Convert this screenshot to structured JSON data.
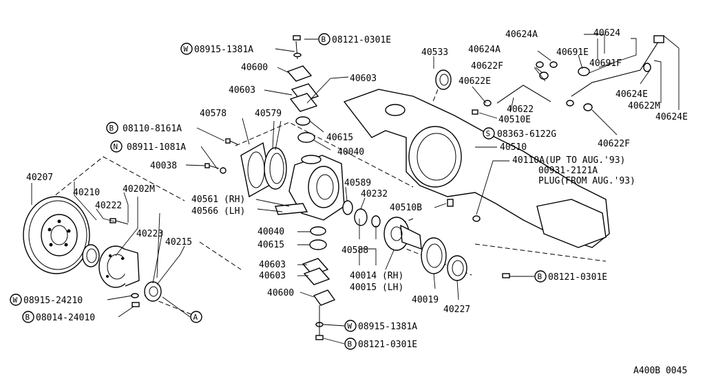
{
  "diagram_code": "A400B 0045",
  "labels": {
    "w_top": "08915-1381A",
    "b_top": "08121-0301E",
    "p40600_top": "40600",
    "p40603_top_l": "40603",
    "p40603_top_r": "40603",
    "p40578": "40578",
    "p40579": "40579",
    "b_8110": "08110-8161A",
    "n_8911": "08911-1081A",
    "p40038": "40038",
    "p40615_top": "40615",
    "p40040_top": "40040",
    "p40533": "40533",
    "p40624a_1": "40624A",
    "p40624a_2": "40624A",
    "p40624": "40624",
    "p40691e": "40691E",
    "p40691f": "40691F",
    "p40622f_top": "40622F",
    "p40622e": "40622E",
    "p40622": "40622",
    "p40510e": "40510E",
    "s_8363": "08363-6122G",
    "p40624e_1": "40624E",
    "p40622m": "40622M",
    "p40624e_2": "40624E",
    "p40622f_bot": "40622F",
    "p40510": "40510",
    "p40110a": "40110A(UP TO AUG.'93)",
    "p00931": "00931-2121A",
    "plug": "PLUG(FROM AUG.'93)",
    "p40207": "40207",
    "p40210": "40210",
    "p40202m": "40202M",
    "p40222": "40222",
    "p40561": "40561 (RH)",
    "p40566": "40566 (LH)",
    "p40589": "40589",
    "p40232": "40232",
    "p40510b": "40510B",
    "p40223": "40223",
    "p40215": "40215",
    "p40040_mid": "40040",
    "p40615_mid": "40615",
    "p40588": "40588",
    "p40603_bot1": "40603",
    "p40603_bot2": "40603",
    "p40014": "40014 (RH)",
    "p40015": "40015 (LH)",
    "p40019": "40019",
    "p40227": "40227",
    "b_right": "08121-0301E",
    "p40600_bot": "40600",
    "w_bot": "08915-1381A",
    "b_bot": "08121-0301E",
    "w_left": "08915-24210",
    "b_left": "08014-24010",
    "ref_a": "A"
  },
  "prefixes": {
    "w": "W",
    "b": "B",
    "n": "N",
    "s": "S"
  }
}
